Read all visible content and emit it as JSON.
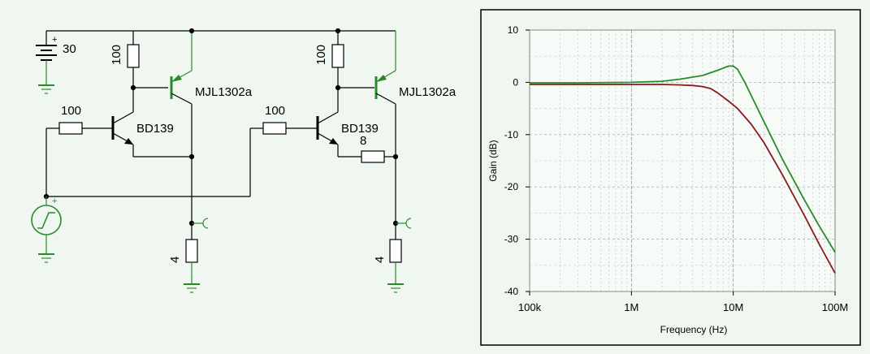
{
  "schematic": {
    "battery_label": "30",
    "battery_plus": "+",
    "source_plus": "+",
    "stage1": {
      "r_collector": "100",
      "r_base": "100",
      "q_driver": "BD139",
      "q_power": "MJL1302a",
      "r_load": "4"
    },
    "stage2": {
      "r_collector": "100",
      "r_base": "100",
      "q_driver": "BD139",
      "q_power": "MJL1302a",
      "r_emitter": "8",
      "r_load": "4"
    }
  },
  "chart_data": {
    "type": "line",
    "xscale": "log",
    "xlim": [
      100000,
      100000000
    ],
    "ylim": [
      -40,
      10
    ],
    "xlabel": "Frequency (Hz)",
    "ylabel": "Gain (dB)",
    "xticks": [
      {
        "value": 100000,
        "label": "100k"
      },
      {
        "value": 1000000,
        "label": "1M"
      },
      {
        "value": 10000000,
        "label": "10M"
      },
      {
        "value": 100000000,
        "label": "100M"
      }
    ],
    "yticks": [
      {
        "value": 10,
        "label": "10"
      },
      {
        "value": 0,
        "label": "0"
      },
      {
        "value": -10,
        "label": "-10"
      },
      {
        "value": -20,
        "label": "-20"
      },
      {
        "value": -30,
        "label": "-30"
      },
      {
        "value": -40,
        "label": "-40"
      }
    ],
    "grid": true,
    "series": [
      {
        "color": "#2a8a2a",
        "x": [
          100000,
          300000,
          1000000,
          2000000,
          3000000,
          5000000,
          7000000,
          9000000,
          10000000,
          11000000,
          13000000,
          15000000,
          20000000,
          30000000,
          50000000,
          70000000,
          100000000
        ],
        "y": [
          -0.1,
          -0.1,
          0.0,
          0.2,
          0.6,
          1.3,
          2.3,
          3.1,
          3.1,
          2.5,
          0.0,
          -2.5,
          -7.5,
          -14.5,
          -22.5,
          -27.5,
          -32.5
        ]
      },
      {
        "color": "#8b1a1a",
        "x": [
          100000,
          300000,
          1000000,
          2000000,
          3000000,
          4000000,
          5000000,
          6000000,
          7000000,
          9000000,
          11000000,
          15000000,
          20000000,
          30000000,
          50000000,
          70000000,
          100000000
        ],
        "y": [
          -0.4,
          -0.4,
          -0.4,
          -0.4,
          -0.5,
          -0.6,
          -0.8,
          -1.2,
          -2.0,
          -3.6,
          -5.0,
          -8.0,
          -11.5,
          -17.5,
          -25.5,
          -31.0,
          -36.5
        ]
      }
    ]
  }
}
